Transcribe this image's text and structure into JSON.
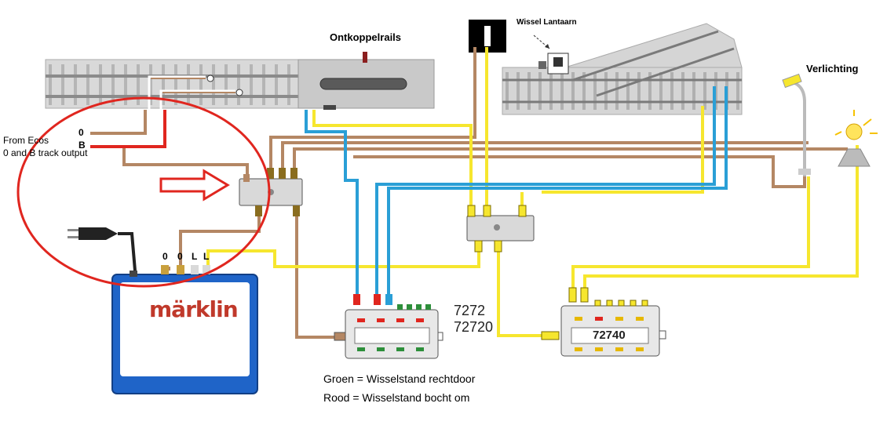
{
  "labels": {
    "uncoupler": "Ontkoppelrails",
    "switch_lantern": "Wissel Lantaarn",
    "lighting": "Verlichting",
    "from_ecos_line1": "From Ecos",
    "from_ecos_line2": "0 and B track output",
    "track_0": "0",
    "track_B": "B",
    "terminal_0a": "0",
    "terminal_0b": "0",
    "terminal_La": "L",
    "terminal_Lb": "L",
    "model_1": "7272",
    "model_2": "72720",
    "model_3": "72740",
    "legend_green": "Groen = Wisselstand rechtdoor",
    "legend_red": "Rood = Wisselstand bocht om",
    "brand": "märklin"
  },
  "colors": {
    "brown_wire": "#b48764",
    "yellow_wire": "#f6e62e",
    "blue_wire": "#2a9fd6",
    "red_wire": "#e0261f",
    "red_circle": "#e0261f",
    "transformer_blue": "#1f64c8",
    "track_gray": "#cfcfcf"
  },
  "icons": [
    "power-plug-icon",
    "lamp-post-icon",
    "bulb-icon",
    "signal-icon"
  ]
}
